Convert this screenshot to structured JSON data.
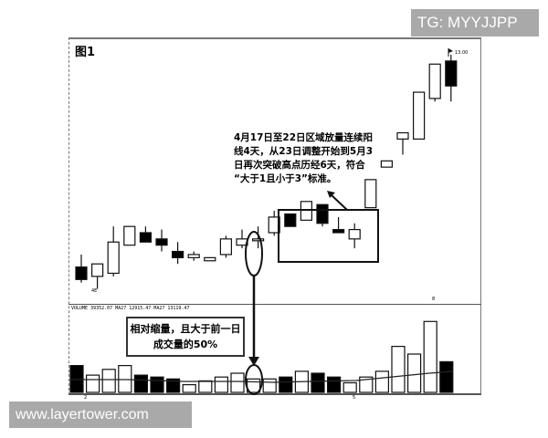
{
  "watermarks": {
    "top_right": "TG: MYYJJPP",
    "bottom_left": "www.layertower.com"
  },
  "figure": {
    "label": "图1",
    "price_high_label": "13.00",
    "low_label": "4E",
    "volume_legend": "VOLUME 39352.07 MA27 12915.47 MA27 13119.47",
    "x_tick_left": "2",
    "x_tick_mid": "5",
    "x_tick_top": "8"
  },
  "annotations": {
    "price_note": "4月17日至22日区域放量连续阳\n线4天，从23日调整开始到5月3\n日再次突破高点历经6天，符合\n“大于1且小于3”标准。",
    "volume_note_line1": "相对缩量，且大于前一日",
    "volume_note_line2": "成交量的50%"
  },
  "colors": {
    "bearish": "#000000",
    "bullish": "#ffffff",
    "outline": "#111111",
    "watermark_bg": "#a9a9a9"
  },
  "chart_data": {
    "type": "candlestick",
    "title": "图1",
    "xlabel": "",
    "ylabel": "",
    "candles": [
      {
        "i": 1,
        "type": "bear",
        "open": 6.2,
        "close": 5.8,
        "high": 6.6,
        "low": 5.7
      },
      {
        "i": 2,
        "type": "bull",
        "open": 5.9,
        "close": 6.3,
        "high": 6.3,
        "low": 5.5
      },
      {
        "i": 3,
        "type": "bull",
        "open": 6.0,
        "close": 7.0,
        "high": 7.5,
        "low": 5.9
      },
      {
        "i": 4,
        "type": "bull",
        "open": 6.9,
        "close": 7.5,
        "high": 7.5,
        "low": 6.9
      },
      {
        "i": 5,
        "type": "bear",
        "open": 7.3,
        "close": 7.0,
        "high": 7.5,
        "low": 7.0
      },
      {
        "i": 6,
        "type": "bear",
        "open": 7.1,
        "close": 6.9,
        "high": 7.4,
        "low": 6.7
      },
      {
        "i": 7,
        "type": "bear",
        "open": 6.7,
        "close": 6.5,
        "high": 7.0,
        "low": 6.3
      },
      {
        "i": 8,
        "type": "bull",
        "open": 6.5,
        "close": 6.6,
        "high": 6.7,
        "low": 6.4
      },
      {
        "i": 9,
        "type": "bull",
        "open": 6.4,
        "close": 6.5,
        "high": 6.5,
        "low": 6.4
      },
      {
        "i": 10,
        "type": "bull",
        "open": 6.6,
        "close": 7.1,
        "high": 7.2,
        "low": 6.5
      },
      {
        "i": 11,
        "type": "bull",
        "open": 6.9,
        "close": 7.1,
        "high": 7.4,
        "low": 6.8
      },
      {
        "i": 12,
        "type": "doji",
        "open": 7.1,
        "close": 7.1,
        "high": 7.5,
        "low": 6.8
      },
      {
        "i": 13,
        "type": "bull",
        "open": 7.3,
        "close": 7.8,
        "high": 8.0,
        "low": 7.2
      },
      {
        "i": 14,
        "type": "bear",
        "open": 7.9,
        "close": 7.5,
        "high": 7.9,
        "low": 7.5
      },
      {
        "i": 15,
        "type": "bull",
        "open": 7.7,
        "close": 8.3,
        "high": 8.3,
        "low": 7.7
      },
      {
        "i": 16,
        "type": "bear",
        "open": 8.2,
        "close": 7.6,
        "high": 8.2,
        "low": 7.5
      },
      {
        "i": 17,
        "type": "bear",
        "open": 7.4,
        "close": 7.3,
        "high": 7.8,
        "low": 7.3
      },
      {
        "i": 18,
        "type": "bull",
        "open": 7.1,
        "close": 7.4,
        "high": 7.6,
        "low": 6.8
      },
      {
        "i": 19,
        "type": "bull",
        "open": 8.1,
        "close": 9.0,
        "high": 9.0,
        "low": 8.1
      },
      {
        "i": 20,
        "type": "bull",
        "open": 9.4,
        "close": 9.6,
        "high": 9.6,
        "low": 9.4
      },
      {
        "i": 21,
        "type": "bull",
        "open": 10.3,
        "close": 10.5,
        "high": 10.5,
        "low": 9.8
      },
      {
        "i": 22,
        "type": "bull",
        "open": 10.3,
        "close": 11.8,
        "high": 11.8,
        "low": 10.3
      },
      {
        "i": 23,
        "type": "bull",
        "open": 11.6,
        "close": 12.7,
        "high": 12.7,
        "low": 11.5
      },
      {
        "i": 24,
        "type": "bear",
        "open": 12.8,
        "close": 12.0,
        "high": 13.0,
        "low": 11.5
      }
    ],
    "volume": {
      "values": [
        14,
        9,
        12,
        14,
        9,
        8,
        7,
        4,
        6,
        8,
        10,
        7,
        7,
        8,
        11,
        10,
        8,
        5,
        8,
        11,
        24,
        20,
        37,
        16
      ],
      "types": [
        "bear",
        "bull",
        "bull",
        "bull",
        "bear",
        "bear",
        "bear",
        "bull",
        "bull",
        "bull",
        "bull",
        "doji",
        "bull",
        "bear",
        "bull",
        "bear",
        "bear",
        "bull",
        "bull",
        "bull",
        "bull",
        "bull",
        "bull",
        "bear"
      ],
      "ma_line": true
    },
    "price_max_label": 13.0,
    "highlight_box_candles": [
      14,
      19
    ],
    "ellipse_candle": 12
  }
}
